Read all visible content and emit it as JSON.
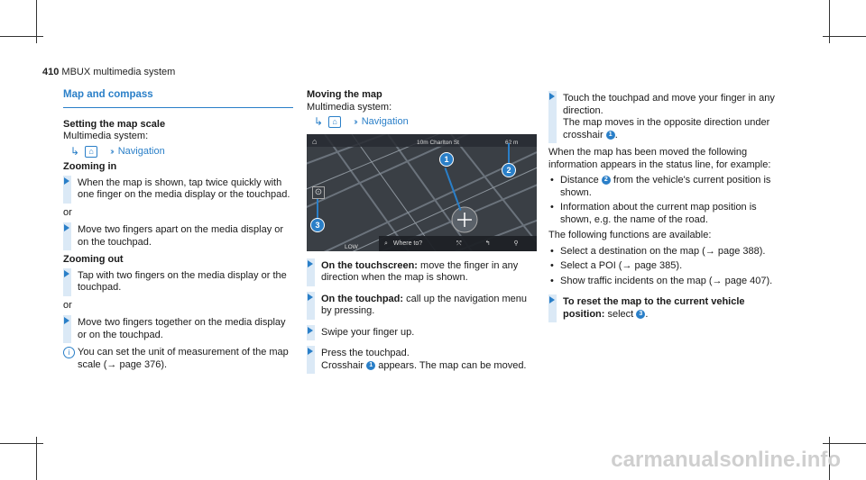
{
  "header": {
    "page_number": "410",
    "title": "MBUX multimedia system"
  },
  "col1": {
    "section_title": "Map and compass",
    "subsection_title": "Setting the map scale",
    "system_label": "Multimedia system:",
    "nav_label": "Navigation",
    "zoom_in_title": "Zooming in",
    "zoom_in_step1": "When the map is shown, tap twice quickly with one finger on the media display or the touchpad.",
    "or1": "or",
    "zoom_in_step2": "Move two fingers apart on the media display or on the touchpad.",
    "zoom_out_title": "Zooming out",
    "zoom_out_step1": "Tap with two fingers on the media display or the touchpad.",
    "or2": "or",
    "zoom_out_step2": "Move two fingers together on the media display or on the touchpad.",
    "note": "You can set the unit of measurement of the map scale (→ page 376)."
  },
  "col2": {
    "title": "Moving the map",
    "system_label": "Multimedia system:",
    "nav_label": "Navigation",
    "screen": {
      "street": "10m  Charlton St",
      "scale": "62 m",
      "where_to": "Where to?",
      "low": "LOW",
      "callouts": [
        "1",
        "2",
        "3"
      ]
    },
    "step1_bold": "On the touchscreen:",
    "step1_text": "move the finger in any direction when the map is shown.",
    "step2_bold": "On the touchpad:",
    "step2_text": "call up the navigation menu by pressing.",
    "step3": "Swipe your finger up.",
    "step4a": "Press the touchpad.",
    "step4b_pre": "Crosshair",
    "step4b_num": "1",
    "step4b_post": "appears. The map can be moved."
  },
  "col3": {
    "step1a": "Touch the touchpad and move your finger in any direction.",
    "step1b_pre": "The map moves in the opposite direction under crosshair",
    "step1b_num": "1",
    "intro": "When the map has been moved the following information appears in the status line, for example:",
    "bullets1": [
      {
        "pre": "Distance",
        "num": "2",
        "post": "from the vehicle's current position is shown."
      },
      {
        "pre": "Information about the current map position is shown, e.g. the name of the road.",
        "num": "",
        "post": ""
      }
    ],
    "available": "The following functions are available:",
    "bullets2": [
      "Select a destination on the map (→ page 388).",
      "Select a POI (→ page 385).",
      "Show traffic incidents on the map (→ page 407)."
    ],
    "reset_bold": "To reset the map to the current vehicle position:",
    "reset_text": "select",
    "reset_num": "3"
  },
  "watermark": "carmanualsonline.info"
}
